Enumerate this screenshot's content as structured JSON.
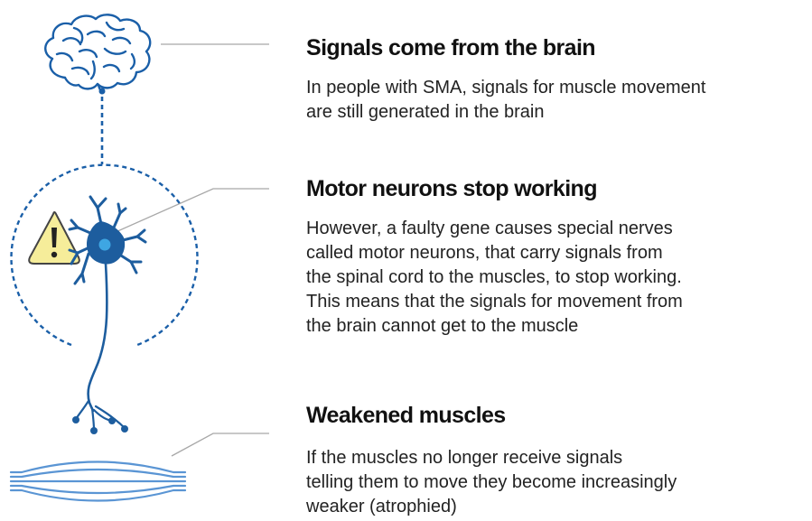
{
  "colors": {
    "blue": "#1a5fa8",
    "neuron_blue": "#1d5d9e",
    "nucleus": "#3ea6e3",
    "warning_fill": "#f6ed9a",
    "leader_line": "#a8a8a8",
    "muscle": "#5a95d4"
  },
  "icons": [
    "brain-icon",
    "warning-icon",
    "motor-neuron-icon",
    "muscle-icon"
  ],
  "sections": [
    {
      "heading": "Signals come from the brain",
      "body": "In people with SMA, signals for muscle movement\nare still generated in the brain"
    },
    {
      "heading": "Motor neurons stop working",
      "body": "However, a faulty gene causes special nerves\ncalled motor neurons, that carry signals from\nthe spinal cord to the muscles, to stop working.\nThis means that the signals for movement from\nthe brain cannot get to the muscle"
    },
    {
      "heading": "Weakened muscles",
      "body": "If the muscles no longer receive signals\ntelling them to move they become increasingly\nweaker (atrophied)"
    }
  ]
}
